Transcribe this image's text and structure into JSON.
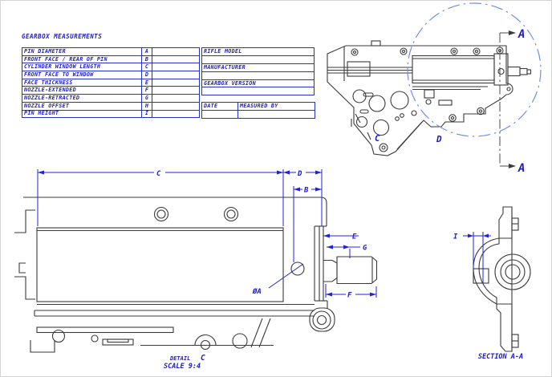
{
  "page": {
    "title": "GEARBOX MEASUREMENTS"
  },
  "measurements": {
    "rows": [
      {
        "label": "PIN DIAMETER",
        "key": "A",
        "value": ""
      },
      {
        "label": "FRONT FACE / REAR OF PIN",
        "key": "B",
        "value": ""
      },
      {
        "label": "CYLINDER WINDOW LENGTH",
        "key": "C",
        "value": ""
      },
      {
        "label": "FRONT FACE TO WINDOW",
        "key": "D",
        "value": ""
      },
      {
        "label": "FACE THICKNESS",
        "key": "E",
        "value": ""
      },
      {
        "label": "NOZZLE-EXTENDED",
        "key": "F",
        "value": ""
      },
      {
        "label": "NOZZLE-RETRACTED",
        "key": "G",
        "value": ""
      },
      {
        "label": "NOZZLE OFFSET",
        "key": "H",
        "value": ""
      },
      {
        "label": "PIN HEIGHT",
        "key": "I",
        "value": ""
      }
    ]
  },
  "info": {
    "rifle_model_label": "RIFLE MODEL",
    "rifle_model_value": "",
    "manufacturer_label": "MANUFACTURER",
    "manufacturer_value": "",
    "gearbox_version_label": "GEARBOX VERSION",
    "gearbox_version_value": "",
    "date_label": "DATE",
    "date_value": "",
    "measured_by_label": "MEASURED BY",
    "measured_by_value": ""
  },
  "main_view": {
    "section_label_top": "A",
    "section_label_bottom": "A",
    "detail_c_label": "C",
    "detail_d_label": "D"
  },
  "detail_view": {
    "dim_c": "C",
    "dim_d": "D",
    "dim_b": "B",
    "dim_e": "E",
    "dim_g": "G",
    "dim_f": "F",
    "dim_dia": "ØA",
    "caption_word": "DETAIL",
    "caption_letter": "C",
    "caption_scale": "SCALE 9:4"
  },
  "section_view": {
    "caption": "SECTION A-A",
    "dim_i": "I"
  },
  "colors": {
    "annotation_blue": "#2222dd",
    "table_blue": "#1c1ccd",
    "detail_circle_blue": "#6f8fe8",
    "line_dark": "#3a3a3a"
  }
}
